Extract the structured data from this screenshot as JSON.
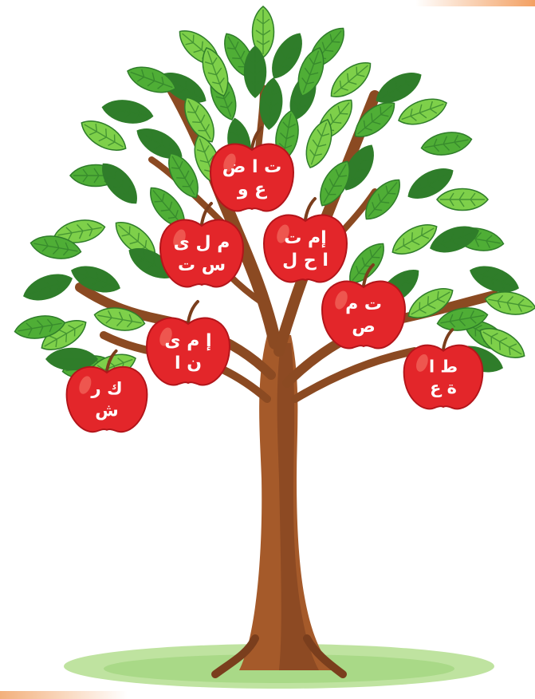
{
  "scene": {
    "subject": "apple-tree",
    "colors": {
      "apple": "#e3262a",
      "apple_highlight": "#f26b5f",
      "apple_shadow": "#b3151a",
      "leaf_light": "#7ed04a",
      "leaf_mid": "#4fae36",
      "leaf_dark": "#2f7d2a",
      "trunk": "#a55a2a",
      "trunk_dark": "#7a3e1d",
      "grass": "#bfe3a0",
      "label": "#ffffff"
    }
  },
  "apples": [
    {
      "id": "apple-1",
      "line1": "ت ا ض",
      "line2": "ع و"
    },
    {
      "id": "apple-2",
      "line1": "م ل ى",
      "line2": "س ت"
    },
    {
      "id": "apple-3",
      "line1": "إم ت",
      "line2": "ا ح ل"
    },
    {
      "id": "apple-4",
      "line1": "ت م",
      "line2": "ص"
    },
    {
      "id": "apple-5",
      "line1": "إ م ى",
      "line2": "ن ا"
    },
    {
      "id": "apple-6",
      "line1": "ط ا",
      "line2": "ة ع"
    },
    {
      "id": "apple-7",
      "line1": "ك ر",
      "line2": "ش"
    }
  ]
}
